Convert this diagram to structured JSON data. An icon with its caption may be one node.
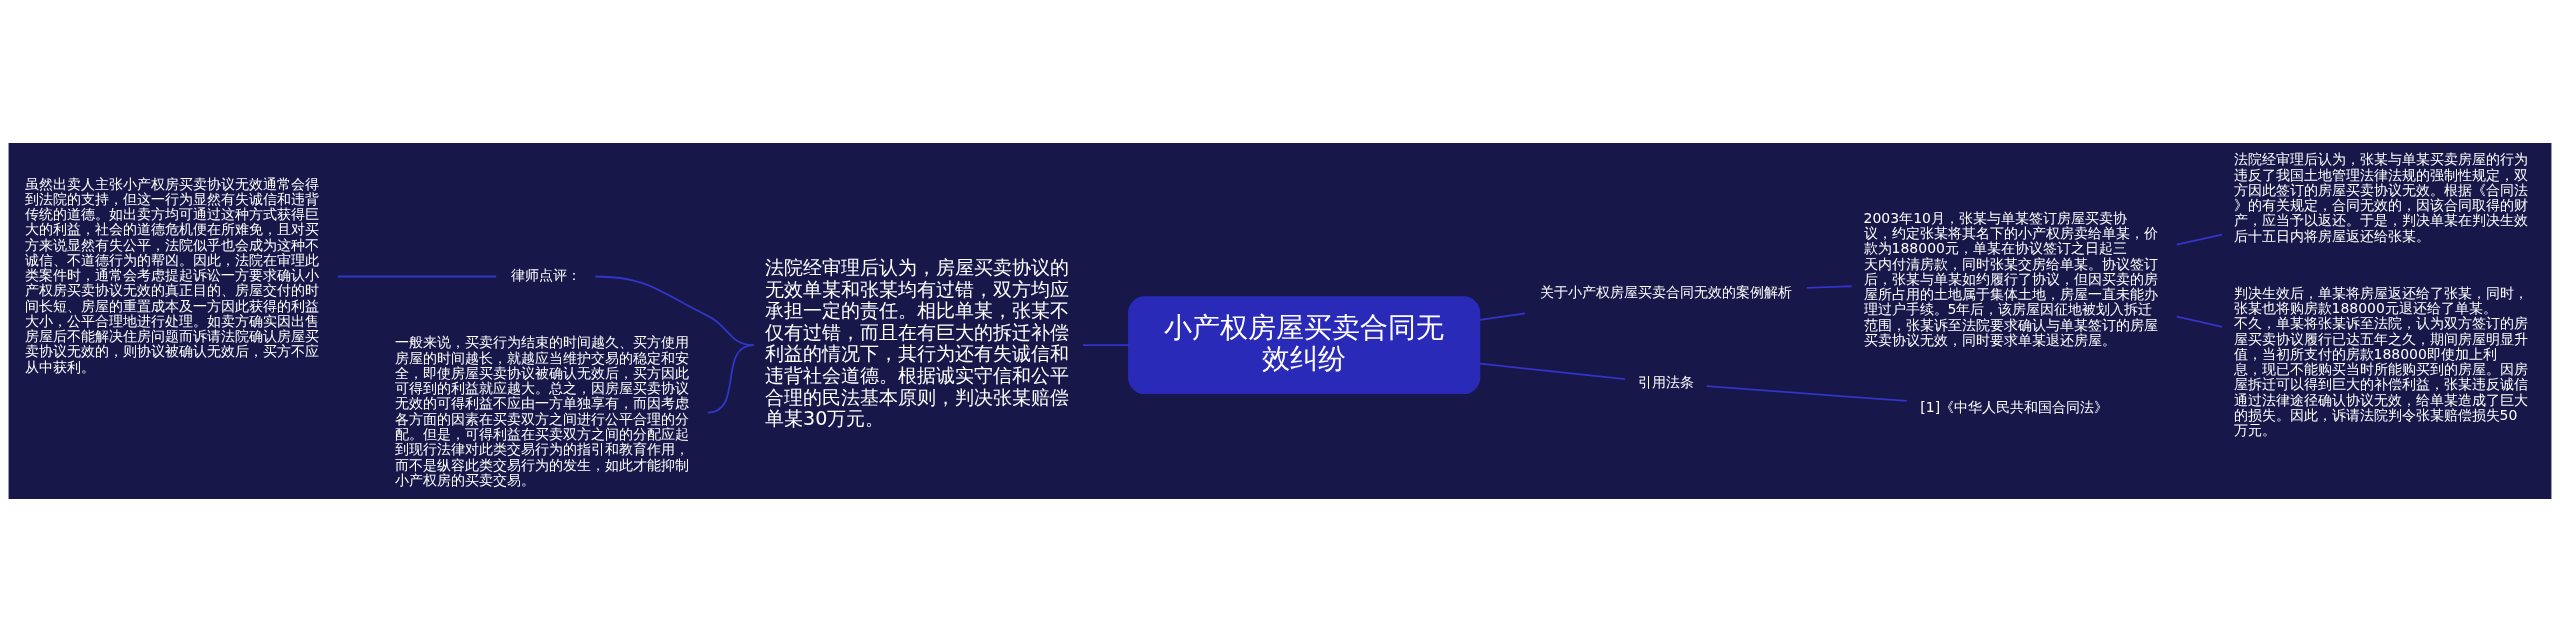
{
  "diagram": {
    "nodes": [
      {
        "text": [
          "小产权房屋买卖合同无效纠纷"
        ]
      },
      {
        "text": [
          "关于小产权房屋买卖合同无效的案例解析"
        ]
      },
      {
        "text": [
          "2003年10月，张某与单某签订房屋买卖协议，约定张某将其名下的小产权房卖给单某，价款为188000元，单某在协议签订之日起三天内付清房款，同时张某交房给单某。协议签订后，张某与单某如约履行了协议，但因买卖的房屋所占用的土地属于集体土地，房屋一直未能办理过户手续。5年后，该房屋因征地被划入拆迁范围，张某诉至法院要求确认与单某签订的房屋买卖协议无效，同时要求单某退还房屋。"
        ]
      },
      {
        "text": [
          "法院经审理后认为，张某与单某买卖房屋的行为违反了我国土地管理法律法规的强制性规定，双方因此签订的房屋买卖协议无效。根据《合同法》的有关规定，合同无效的，因该合同取得的财产，应当予以返还。于是，判决单某在判决生效后十五日内将房屋返还给张某。"
        ]
      },
      {
        "text": [
          "判决生效后，单某将房屋返还给了张某，同时，张某也将购房款188000元退还给了单某。不久，单某将张某诉至法院，认为双方签订的房屋买卖协议履行已达五年之久，期间房屋明显升值，当初所支付的房款188000即使加上利息，现已不能购买当时所能购买到的房屋。因房屋拆迁可以得到巨大的补偿利益，张某违反诚信通过法律途径确认协议无效，给单某造成了巨大的损失。因此，诉请法院判令张某赔偿损失50万元。"
        ]
      },
      {
        "text": [
          "引用法条"
        ]
      },
      {
        "text": [
          "[1]《中华人民共和国合同法》"
        ]
      },
      {
        "text": [
          "法院经审理后认为，房屋买卖协议的无效单某和张某均有过错，双方均应承担一定的责任。相比单某，张某不仅有过错，而且在有巨大的拆迁补偿利益的情况下，其行为还有失诚信和违背社会道德。根据诚实守信和公平合理的民法基本原则，判决张某赔偿单某30万元。"
        ]
      },
      {
        "text": [
          "律师点评："
        ]
      },
      {
        "text": [
          "虽然出卖人主张小产权房买卖协议无效通常会得到法院的支持，但这一行为显然有失诚信和违背传统的道德。如出卖方均可通过这种方式获得巨大的利益，社会的道德危机便在所难免，且对买方来说显然有失公平，法院似乎也会成为这种不诚信、不道德行为的帮凶。因此，法院在审理此类案件时，通常会考虑提起诉讼一方要求确认小产权房买卖协议无效的真正目的、房屋交付的时间长短、房屋的重置成本及一方因此获得的利益大小，公平合理地进行处理。如卖方确实因出售房屋后不能解决住房问题而诉请法院确认房屋买卖协议无效的，则协议被确认无效后，买方不应从中获利。"
        ]
      },
      {
        "text": [
          "一般来说，买卖行为结束的时间越久、买方使用房屋的时间越长，就越应当维护交易的稳定和安全，即使房屋买卖协议被确认无效后，买方因此可得到的利益就应越大。总之，因房屋买卖协议无效的可得利益不应由一方单独享有，而因考虑各方面的因素在买卖双方之间进行公平合理的分配。但是，可得利益在买卖双方之间的分配应起到现行法律对此类交易行为的指引和教育作用，而不是纵容此类交易行为的发生，如此才能抑制小产权房的买卖交易。"
        ]
      }
    ],
    "edges": [
      {
        "from": 0,
        "to": 1,
        "arrow": "none"
      },
      {
        "from": 1,
        "to": 2,
        "arrow": "none"
      },
      {
        "from": 2,
        "to": 3,
        "arrow": "none"
      },
      {
        "from": 2,
        "to": 4,
        "arrow": "none"
      },
      {
        "from": 0,
        "to": 5,
        "arrow": "none"
      },
      {
        "from": 5,
        "to": 6,
        "arrow": "none"
      },
      {
        "from": 0,
        "to": 7,
        "arrow": "none"
      },
      {
        "from": 7,
        "to": 8,
        "arrow": "none"
      },
      {
        "from": 8,
        "to": 9,
        "arrow": "none"
      },
      {
        "from": 7,
        "to": 10,
        "arrow": "none"
      }
    ]
  }
}
